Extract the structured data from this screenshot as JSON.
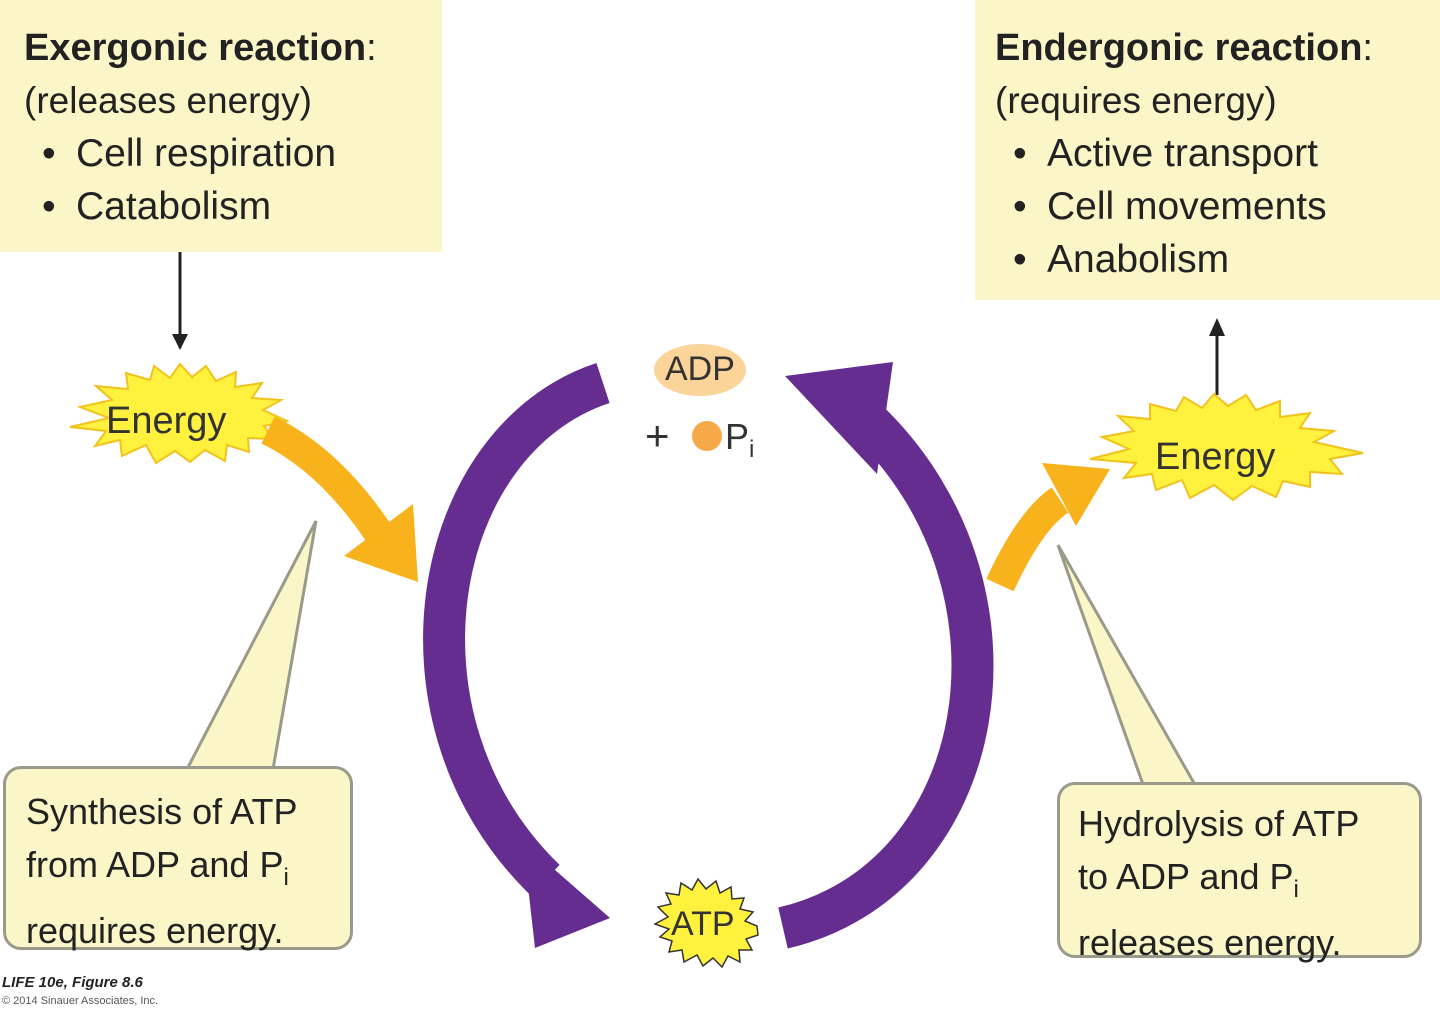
{
  "exergonic": {
    "title": "Exergonic reaction",
    "colon": ":",
    "subtitle": "(releases energy)",
    "items": [
      "Cell respiration",
      "Catabolism"
    ]
  },
  "endergonic": {
    "title": "Endergonic reaction",
    "colon": ":",
    "subtitle": "(requires energy)",
    "items": [
      "Active transport",
      "Cell movements",
      "Anabolism"
    ]
  },
  "energy_left": "Energy",
  "energy_right": "Energy",
  "adp": "ADP",
  "plus": "+",
  "pi_main": "P",
  "pi_sub": "i",
  "atp": "ATP",
  "synthesis": {
    "line1": "Synthesis of ATP",
    "line2": "from ADP and P",
    "line2_sub": "i",
    "line3": "requires energy."
  },
  "hydrolysis": {
    "line1": "Hydrolysis of ATP",
    "line2": "to ADP and P",
    "line2_sub": "i",
    "line3": "releases energy."
  },
  "credit": {
    "title": "LIFE 10e, Figure 8.6",
    "copyright": "© 2014 Sinauer Associates, Inc."
  },
  "colors": {
    "box_fill": "#fbf6c8",
    "cycle_arrow": "#662d91",
    "energy_arrow": "#f7b21c",
    "starburst": "#fff13d",
    "adp_fill": "#fbd49a",
    "pi_dot": "#f7a94a"
  }
}
